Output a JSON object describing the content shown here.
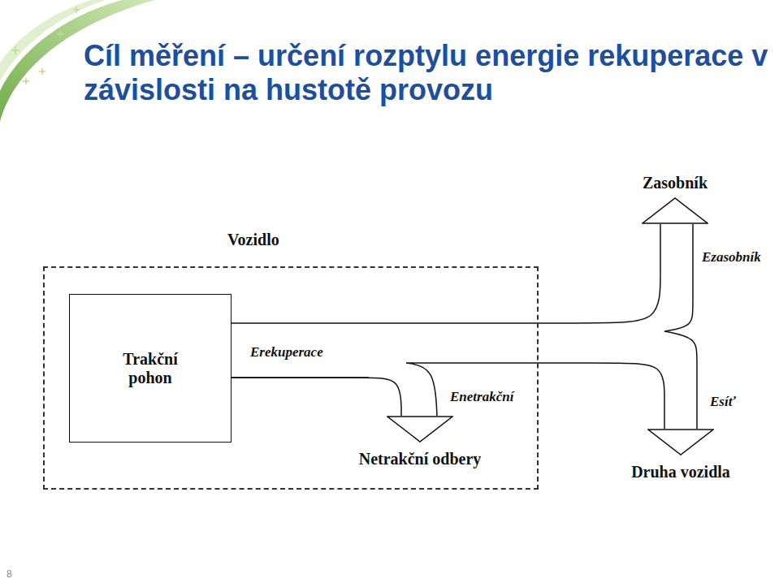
{
  "diagram": {
    "title": "Cíl měření – určení rozptylu energie rekuperace v závislosti na hustotě provozu",
    "nodes": [
      {
        "text": [
          "Vozidlo"
        ]
      },
      {
        "text": [
          "Trakční pohon"
        ],
        "in": 0
      },
      {
        "text": [
          "Netrakční odbery"
        ],
        "in": 0
      },
      {
        "text": [
          "Zasobník"
        ]
      },
      {
        "text": [
          "Druha vozidla"
        ]
      }
    ],
    "edges": [
      {
        "from": 1,
        "to": 2,
        "label": "Enetrakční",
        "arrow": "to"
      },
      {
        "from": 1,
        "to": 3,
        "label": "Ezasobník",
        "arrow": "to"
      },
      {
        "from": 1,
        "to": 4,
        "label": "Esíť",
        "arrow": "to"
      }
    ],
    "labels": [
      "Erekuperace",
      "8"
    ]
  }
}
